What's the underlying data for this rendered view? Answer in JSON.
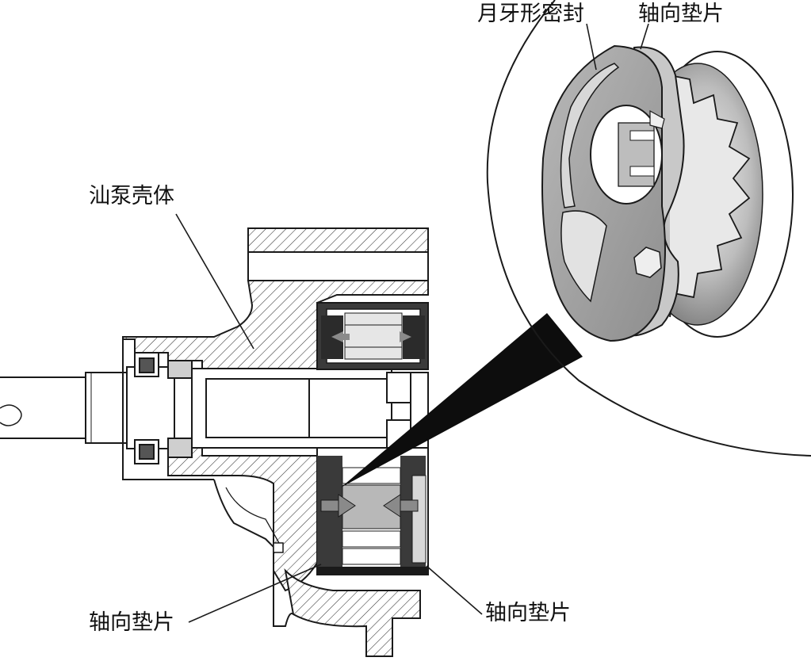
{
  "labels": {
    "crescent_seal": "月牙形密封",
    "axial_shim_top": "轴向垫片",
    "pump_housing": "汕泵壳体",
    "axial_shim_bottom_left": "轴向垫片",
    "axial_shim_bottom_right": "轴向垫片"
  },
  "colors": {
    "line": "#1a1a1a",
    "hatch": "#333333",
    "plate_gray": "#a3a3a3",
    "light_gray": "#cfcfcf",
    "dark_gray": "#3a3a3a",
    "arrow_gray": "#8a8a8a"
  }
}
